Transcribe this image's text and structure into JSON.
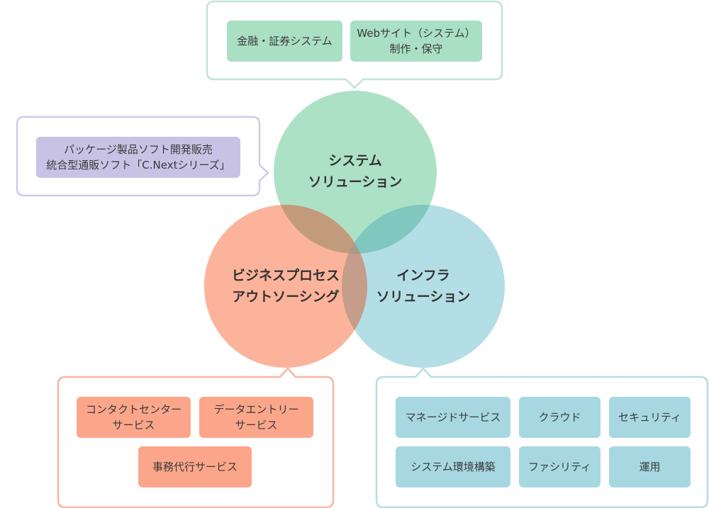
{
  "colors": {
    "system": "#a9dfc3",
    "bpo": "#fba68a",
    "infra": "#a7d8e1",
    "package_box": "#c8c3e5"
  },
  "circles": {
    "system": "システム\nソリューション",
    "bpo": "ビジネスプロセス\nアウトソーシング",
    "infra": "インフラ\nソリューション"
  },
  "system_box": {
    "items": [
      "金融・証券システム",
      "Webサイト（システム）\n制作・保守"
    ]
  },
  "package_box": {
    "item": "パッケージ製品ソフト開発販売\n統合型通販ソフト「C.Nextシリーズ」"
  },
  "bpo_box": {
    "items": [
      "コンタクトセンター\nサービス",
      "データエントリー\nサービス",
      "事務代行サービス"
    ]
  },
  "infra_box": {
    "items": [
      "マネージドサービス",
      "クラウド",
      "セキュリティ",
      "システム環境構築",
      "ファシリティ",
      "運用"
    ]
  }
}
